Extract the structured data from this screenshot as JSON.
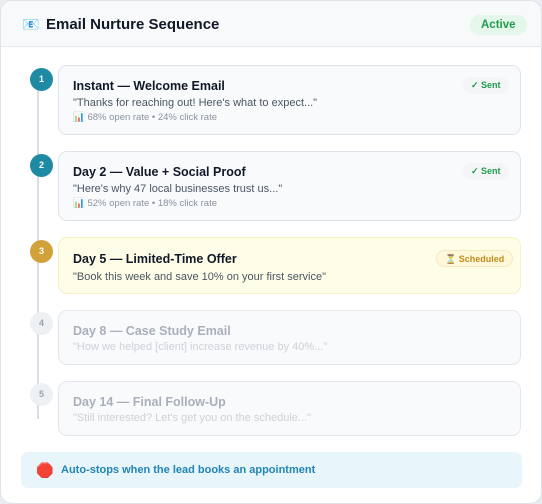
{
  "header": {
    "icon": "📧",
    "icon_name": "email-icon",
    "title": "Email Nurture Sequence",
    "status": "Active"
  },
  "steps": [
    {
      "number": "1",
      "title": "Instant — Welcome Email",
      "quote": "\"Thanks for reaching out! Here's what to expect...\"",
      "stats": "📊 68% open rate • 24% click rate",
      "status": "✓ Sent"
    },
    {
      "number": "2",
      "title": "Day 2 — Value + Social Proof",
      "quote": "\"Here's why 47 local businesses trust us...\"",
      "stats": "📊 52% open rate • 18% click rate",
      "status": "✓ Sent"
    },
    {
      "number": "3",
      "title": "Day 5 — Limited-Time Offer",
      "quote": "\"Book this week and save 10% on your first service\"",
      "status": "⏳ Scheduled"
    },
    {
      "number": "4",
      "title": "Day 8 — Case Study Email",
      "quote": "\"How we helped [client] increase revenue by 40%...\""
    },
    {
      "number": "5",
      "title": "Day 14 — Final Follow-Up",
      "quote": "\"Still interested? Let's get you on the schedule...\""
    }
  ],
  "footer": {
    "icon": "🛑",
    "icon_name": "stop-sign-icon",
    "text": "Auto-stops when the lead books an appointment"
  },
  "colors": {
    "sent_marker": "#1f8aa3",
    "scheduled_marker": "#d2a23a",
    "active_badge": "#1f9d4d",
    "footer_text": "#2185b5"
  }
}
